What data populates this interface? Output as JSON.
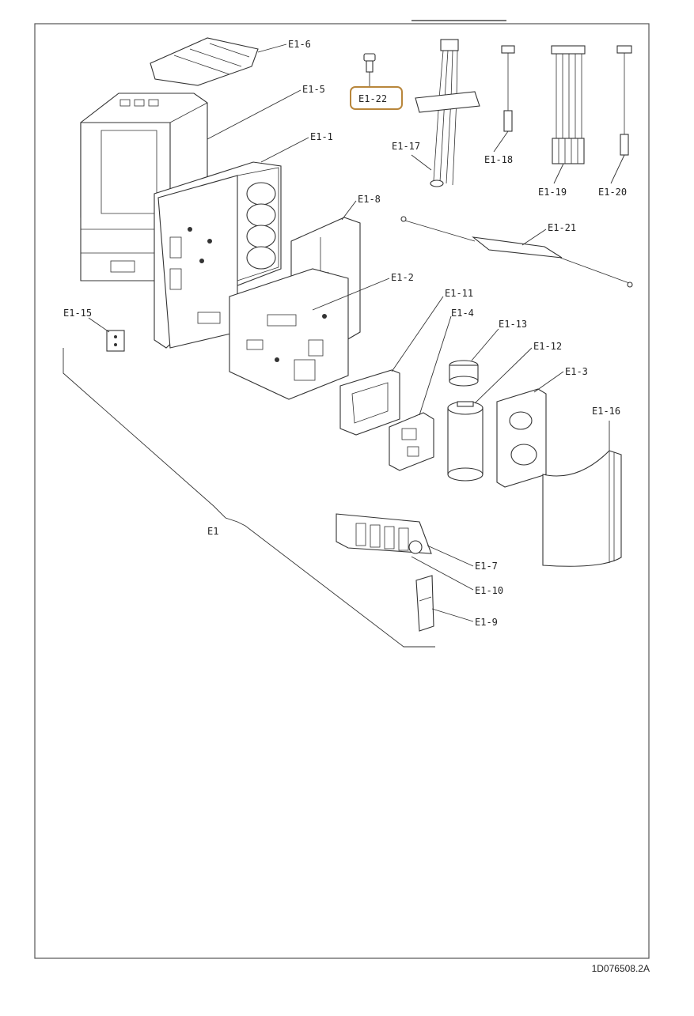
{
  "diagram": {
    "labels": {
      "e1": "E1",
      "e1_1": "E1-1",
      "e1_2": "E1-2",
      "e1_3": "E1-3",
      "e1_4": "E1-4",
      "e1_5": "E1-5",
      "e1_6": "E1-6",
      "e1_7": "E1-7",
      "e1_8": "E1-8",
      "e1_9": "E1-9",
      "e1_10": "E1-10",
      "e1_11": "E1-11",
      "e1_12": "E1-12",
      "e1_13": "E1-13",
      "e1_15": "E1-15",
      "e1_16": "E1-16",
      "e1_17": "E1-17",
      "e1_18": "E1-18",
      "e1_19": "E1-19",
      "e1_20": "E1-20",
      "e1_21": "E1-21",
      "e1_22": "E1-22"
    },
    "highlighted_label": "E1-22",
    "highlight_color": "#b8863b",
    "document_number": "1D076508.2A"
  }
}
